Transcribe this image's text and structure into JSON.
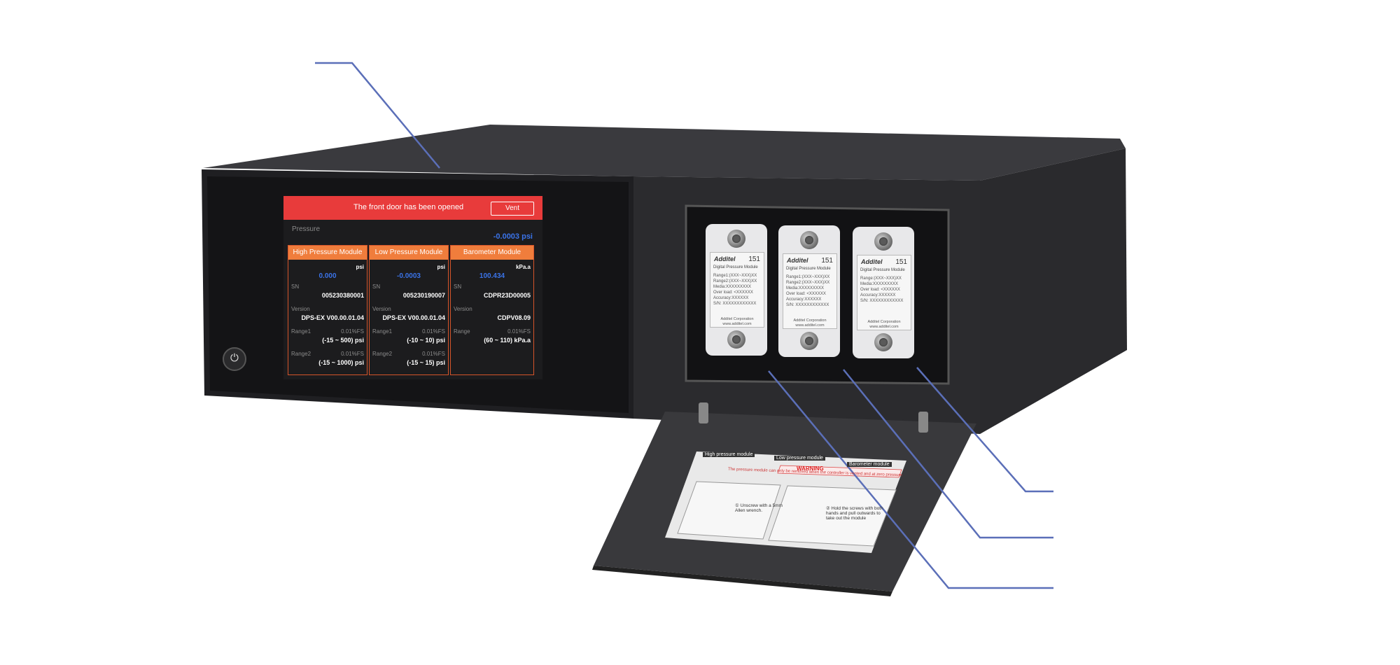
{
  "screen": {
    "alert_message": "The front door has been opened",
    "vent_button": "Vent",
    "pressure_label": "Pressure",
    "pressure_value": "-0.0003 psi",
    "modules": [
      {
        "title": "High Pressure Module",
        "unit": "psi",
        "value": "0.000",
        "sn_label": "SN",
        "sn": "005230380001",
        "version_label": "Version",
        "version": "DPS-EX V00.00.01.04",
        "range1_label": "Range1",
        "range1_acc": "0.01%FS",
        "range1": "(-15 ~ 500) psi",
        "range2_label": "Range2",
        "range2_acc": "0.01%FS",
        "range2": "(-15 ~ 1000) psi"
      },
      {
        "title": "Low Pressure Module",
        "unit": "psi",
        "value": "-0.0003",
        "sn_label": "SN",
        "sn": "005230190007",
        "version_label": "Version",
        "version": "DPS-EX V00.00.01.04",
        "range1_label": "Range1",
        "range1_acc": "0.01%FS",
        "range1": "(-10 ~ 10) psi",
        "range2_label": "Range2",
        "range2_acc": "0.01%FS",
        "range2": "(-15 ~ 15) psi"
      },
      {
        "title": "Barometer Module",
        "unit": "kPa.a",
        "value": "100.434",
        "sn_label": "SN",
        "sn": "CDPR23D00005",
        "version_label": "Version",
        "version": "CDPV08.09",
        "range_label": "Range",
        "range_acc": "0.01%FS",
        "range": "(60 ~ 110) kPa.a"
      }
    ]
  },
  "module_labels": [
    {
      "brand": "Additel",
      "model": "151",
      "subtitle": "Digital Pressure Module",
      "specs": [
        "Range1:(XXX~XXX)XX",
        "Range2:(XXX~XXX)XX",
        "Media:XXXXXXXXX",
        "Over load: <XXXXXX",
        "Accuracy:XXXXXX",
        "S/N: XXXXXXXXXXXX"
      ],
      "corp": "Additel Corporation",
      "web": "www.additel.com"
    },
    {
      "brand": "Additel",
      "model": "151",
      "subtitle": "Digital Pressure Module",
      "specs": [
        "Range1:(XXX~XXX)XX",
        "Range2:(XXX~XXX)XX",
        "Media:XXXXXXXXX",
        "Over load: <XXXXXX",
        "Accuracy:XXXXXX",
        "S/N: XXXXXXXXXXXX"
      ],
      "corp": "Additel Corporation",
      "web": "www.additel.com"
    },
    {
      "brand": "Additel",
      "model": "151",
      "subtitle": "Digital Pressure Module",
      "specs": [
        "Range:(XXX~XXX)XX",
        "Media:XXXXXXXXX",
        "Over load: <XXXXXX",
        "Accuracy:XXXXXX",
        "S/N: XXXXXXXXXXXX"
      ],
      "corp": "Additel Corporation",
      "web": "www.additel.com"
    }
  ],
  "door_card": {
    "tabs": [
      "High pressure module",
      "Low pressure module",
      "Barometer module"
    ],
    "warning": "WARNING",
    "warning_text": "The pressure module can only be removed when the controller is vented and at zero pressure",
    "step1": "① Unscrew with a 5mm Allen wrench.",
    "step2": "② Hold the screws with both hands and pull outwards to take out the module"
  },
  "colors": {
    "alert": "#e83b3b",
    "module_header": "#f07d3c",
    "value_blue": "#3a73e8",
    "leader_line": "#5b6fb8"
  }
}
